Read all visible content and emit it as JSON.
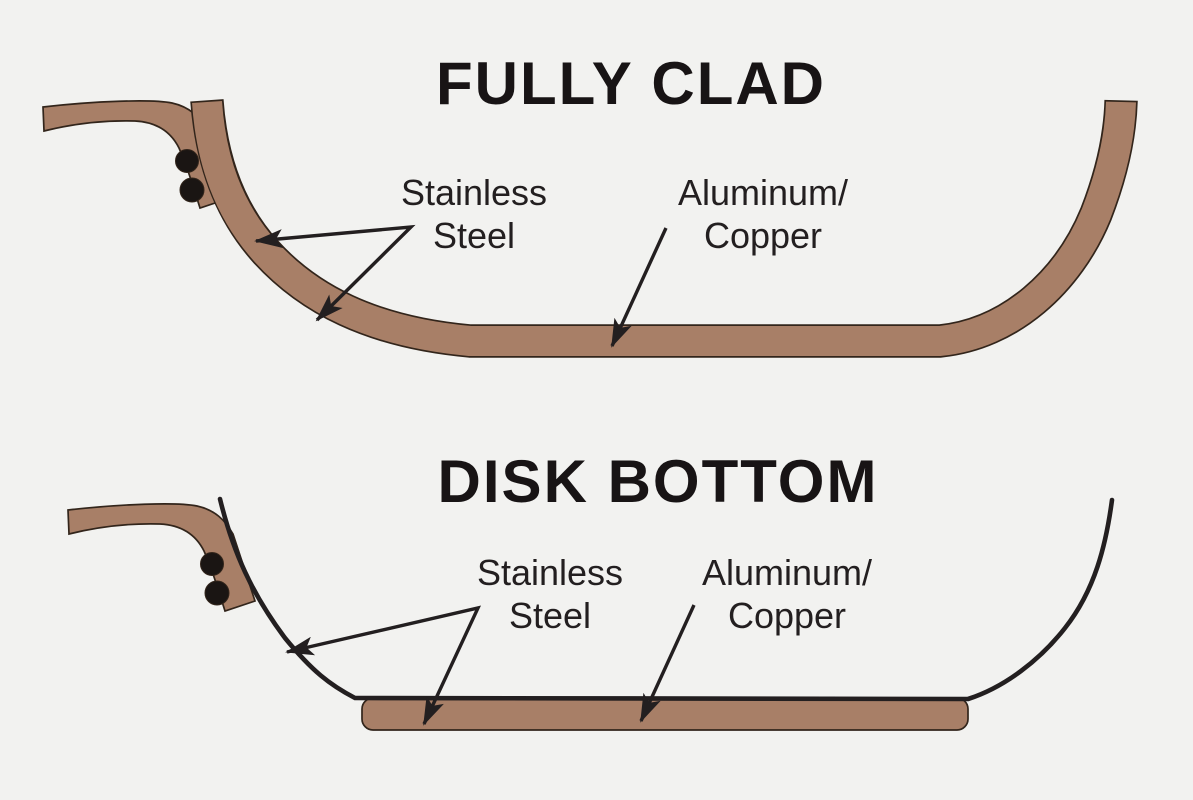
{
  "colors": {
    "bg": "#f2f2f0",
    "core": "#a87f67",
    "outline": "#32251b",
    "ink": "#231f20",
    "rivet": "#1a1513",
    "title": "#181415"
  },
  "sections": [
    {
      "id": "fully-clad",
      "title": "FULLY CLAD",
      "labels": {
        "stainless": {
          "line1": "Stainless",
          "line2": "Steel"
        },
        "aluminum": {
          "line1": "Aluminum/",
          "line2": "Copper"
        }
      }
    },
    {
      "id": "disk-bottom",
      "title": "DISK BOTTOM",
      "labels": {
        "stainless": {
          "line1": "Stainless",
          "line2": "Steel"
        },
        "aluminum": {
          "line1": "Aluminum/",
          "line2": "Copper"
        }
      }
    }
  ]
}
